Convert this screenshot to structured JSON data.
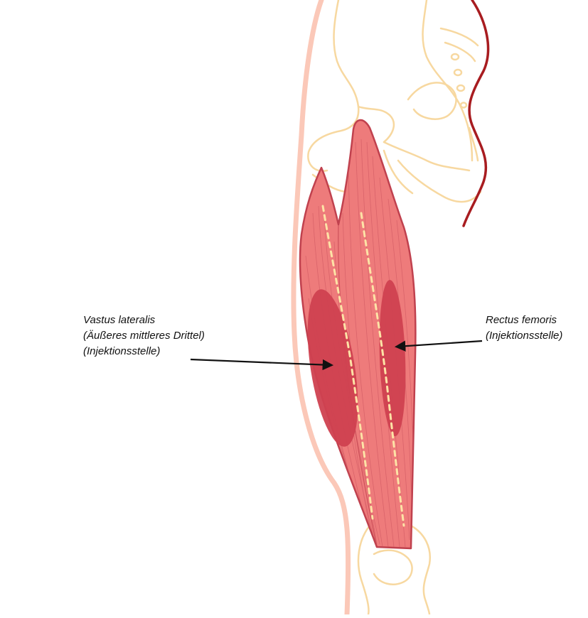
{
  "labels": {
    "vastus_lateralis": {
      "line1": "Vastus lateralis",
      "line2": "(Äußeres mittleres Drittel)",
      "line3": "(Injektionsstelle)"
    },
    "rectus_femoris": {
      "line1": "Rectus femoris",
      "line2": "(Injektionsstelle)"
    }
  },
  "colors": {
    "muscle_fill": "#ee7b7b",
    "muscle_outline": "#c0414e",
    "injection_site": "#cf4150",
    "bone_outline": "#f7d8a0",
    "skin_outline": "#fbc8b8",
    "spine_curve": "#a81c20",
    "dashed_line": "#fde3a6",
    "arrow": "#111111"
  }
}
